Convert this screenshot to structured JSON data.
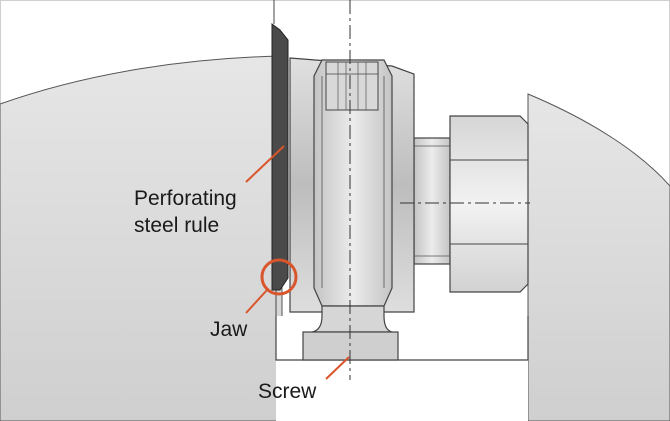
{
  "labels": {
    "rule_line1": "Perforating",
    "rule_line2": "steel rule",
    "jaw": "Jaw",
    "screw": "Screw"
  },
  "colors": {
    "leader": "#d9552b",
    "outline": "#3a3a3a",
    "rule_dark": "#4a4a4a",
    "body_gray": "#c8c8c8",
    "curve_fill": "#dcdcdc"
  }
}
